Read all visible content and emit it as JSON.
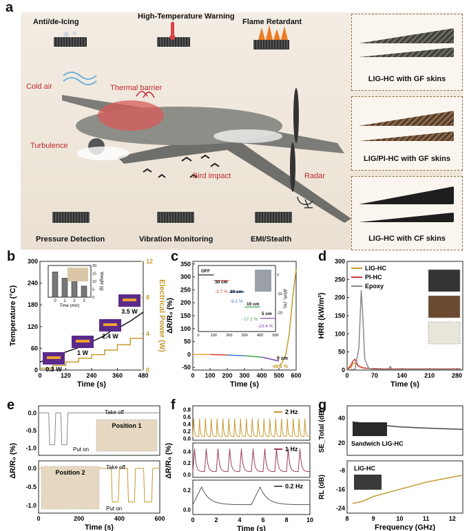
{
  "panels": {
    "a": "a",
    "b": "b",
    "c": "c",
    "d": "d",
    "e": "e",
    "f": "f",
    "g": "g"
  },
  "panel_a": {
    "top_features": [
      "Anti/de-Icing",
      "High-Temperature Warning",
      "Flame Retardant"
    ],
    "bottom_features": [
      "Pressure Detection",
      "Vibration Monitoring",
      "EMI/Stealth"
    ],
    "plane_labels": [
      "Cold air",
      "Thermal barrier",
      "Turbulence",
      "Bird impact",
      "Radar"
    ],
    "side_samples": [
      "LIG-HC with GF skins",
      "LIG/PI-HC with GF skins",
      "LIG-HC with CF skins"
    ],
    "colors": {
      "red_label": "#c0272d",
      "frame": "#8b6a3e"
    }
  },
  "chart_data": [
    {
      "id": "b",
      "type": "line",
      "xlabel": "Time (s)",
      "ylabel": "Temperature (°C)",
      "y2label": "Electrical Power (W)",
      "xticks": [
        "0",
        "120",
        "240",
        "360",
        "480"
      ],
      "yticks": [
        "0",
        "60",
        "120",
        "180",
        "240",
        "300"
      ],
      "y2ticks": [
        "0",
        "4",
        "8",
        "12"
      ],
      "xlim": [
        0,
        480
      ],
      "ylim": [
        0,
        300
      ],
      "y2lim": [
        0,
        12
      ],
      "series": [
        {
          "color": "#111111",
          "x": [
            0,
            60,
            120,
            180,
            240,
            300,
            330,
            360,
            420,
            480
          ],
          "y": [
            22,
            35,
            50,
            62,
            78,
            95,
            108,
            115,
            135,
            160
          ]
        },
        {
          "color": "#c59a2e",
          "x": [
            0,
            60,
            60,
            120,
            120,
            180,
            180,
            240,
            240,
            300,
            300,
            360,
            360,
            420,
            420,
            480
          ],
          "y": [
            0.2,
            0.2,
            0.5,
            0.5,
            0.9,
            0.9,
            1.3,
            1.3,
            1.7,
            1.7,
            2.2,
            2.2,
            2.8,
            2.8,
            3.5,
            3.5
          ]
        }
      ],
      "annotations": [
        "0.3 W",
        "1 W",
        "2.4 W",
        "3.5 W"
      ],
      "inset": {
        "type": "bar",
        "xlabel": "Time (min)",
        "ylabel": "Weight (g)",
        "categories": [
          "0",
          "1",
          "2",
          "3"
        ],
        "values": [
          16,
          12,
          11,
          7
        ],
        "ylim": [
          0,
          20
        ],
        "yticks": [
          "0",
          "5",
          "10",
          "15",
          "20"
        ]
      }
    },
    {
      "id": "c",
      "type": "line",
      "xlabel": "Time (s)",
      "ylabel": "ΔR/R₀ (%)",
      "xticks": [
        "0",
        "100",
        "200",
        "300",
        "400",
        "500",
        "600"
      ],
      "yticks": [
        "-50",
        "0",
        "50",
        "100",
        "150",
        "200",
        "250",
        "300",
        "350"
      ],
      "xlim": [
        0,
        600
      ],
      "ylim": [
        -60,
        360
      ],
      "series": [
        {
          "color": "#e8a030",
          "x": [
            0,
            100
          ],
          "y": [
            0,
            0
          ]
        },
        {
          "color": "#d33b3b",
          "x": [
            100,
            200
          ],
          "y": [
            0,
            -2
          ]
        },
        {
          "color": "#3b74d3",
          "x": [
            200,
            300
          ],
          "y": [
            -2,
            -5
          ]
        },
        {
          "color": "#3aa34a",
          "x": [
            300,
            400
          ],
          "y": [
            -5,
            -10
          ]
        },
        {
          "color": "#7b3fb0",
          "x": [
            400,
            500
          ],
          "y": [
            -10,
            -25
          ]
        },
        {
          "color": "#c59a2e",
          "x": [
            500,
            520,
            540,
            560,
            580,
            600
          ],
          "y": [
            -45,
            -30,
            0,
            80,
            220,
            330
          ]
        }
      ],
      "annotations": [
        "0 cm",
        "-49.6 %"
      ],
      "inset": {
        "ylabel": "ΔR/R₀ (%)",
        "xticks": [
          "0",
          "100",
          "200",
          "300",
          "400",
          "500"
        ],
        "yticks": [
          "0",
          "-10",
          "-20"
        ],
        "labels": [
          "OFF",
          "30 cm",
          "20 cm",
          "10 cm",
          "5 cm"
        ],
        "values": [
          "-2.7 %",
          "-9.1 %",
          "-17.1 %",
          "-23.4 %"
        ]
      }
    },
    {
      "id": "d",
      "type": "line",
      "xlabel": "Time (s)",
      "ylabel": "HRR (kW/m²)",
      "xticks": [
        "0",
        "70",
        "140",
        "210",
        "280"
      ],
      "yticks": [
        "0",
        "50",
        "100",
        "150",
        "200",
        "250",
        "300"
      ],
      "xlim": [
        0,
        295
      ],
      "ylim": [
        0,
        300
      ],
      "series": [
        {
          "name": "LIG-HC",
          "color": "#c59a2e",
          "x": [
            0,
            10,
            15,
            20,
            30,
            40,
            60,
            100,
            140,
            200,
            290
          ],
          "y": [
            2,
            8,
            18,
            20,
            10,
            6,
            4,
            3,
            3,
            3,
            3
          ]
        },
        {
          "name": "PI-HC",
          "color": "#d33b3b",
          "x": [
            0,
            8,
            15,
            20,
            28,
            40,
            60,
            100,
            140,
            200,
            290
          ],
          "y": [
            2,
            10,
            25,
            30,
            12,
            6,
            4,
            3,
            3,
            3,
            3
          ]
        },
        {
          "name": "Epoxy",
          "color": "#888888",
          "x": [
            0,
            20,
            30,
            36,
            40,
            45,
            55,
            70,
            105,
            110,
            115,
            140,
            200,
            290
          ],
          "y": [
            1,
            2,
            60,
            220,
            150,
            30,
            5,
            2,
            2,
            10,
            2,
            2,
            2,
            2
          ]
        }
      ]
    },
    {
      "id": "e",
      "type": "line",
      "xlabel": "Time (s)",
      "ylabel": "ΔR/R₀ (%)",
      "xticks": [
        "0",
        "200",
        "400",
        "600"
      ],
      "top": {
        "yticks": [
          "0.0",
          "-0.5",
          "-1.0"
        ],
        "color": "#888888",
        "labels": [
          "Take off",
          "Put on",
          "Position 1"
        ]
      },
      "bottom": {
        "yticks": [
          "0.0",
          "-0.5",
          "-1.0"
        ],
        "color": "#c59a2e",
        "labels": [
          "Take off",
          "Put on",
          "Position 2"
        ]
      }
    },
    {
      "id": "f",
      "type": "line",
      "xlabel": "Time (s)",
      "ylabel": "ΔR/R₀ (%)",
      "xticks": [
        "0",
        "2",
        "4",
        "6",
        "8",
        "10"
      ],
      "series": [
        {
          "name": "2 Hz",
          "color": "#c59a2e",
          "yticks": [
            "0.0",
            "0.2",
            "0.4",
            "0.6",
            "0.8"
          ]
        },
        {
          "name": "1 Hz",
          "color": "#9b3b5c",
          "yticks": [
            "0.0",
            "0.2",
            "0.4"
          ]
        },
        {
          "name": "0.2 Hz",
          "color": "#555555",
          "yticks": [
            "0.0",
            "0.2"
          ]
        }
      ]
    },
    {
      "id": "g",
      "type": "line",
      "xlabel": "Frequency (GHz)",
      "xticks": [
        "8",
        "9",
        "10",
        "11",
        "12"
      ],
      "top": {
        "ylabel": "SE_Total (dB)",
        "yticks": [
          "20",
          "40"
        ],
        "label": "Sandwich LIG-HC",
        "color": "#444444"
      },
      "bottom": {
        "ylabel": "RL (dB)",
        "yticks": [
          "-8",
          "-16",
          "-24"
        ],
        "label": "LIG-HC",
        "color": "#c59a2e"
      }
    }
  ]
}
